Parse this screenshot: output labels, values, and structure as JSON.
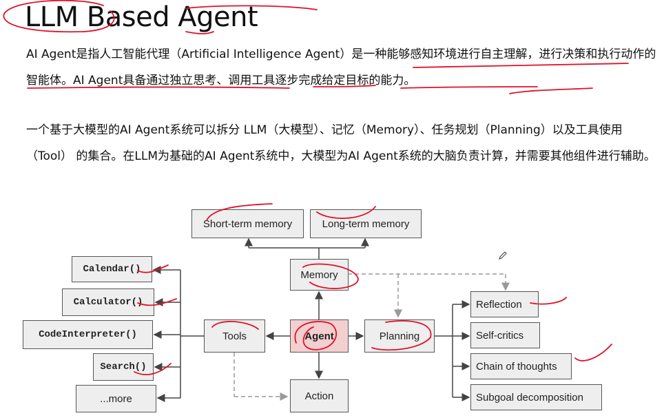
{
  "title": "LLM Based Agent",
  "paragraph1": "AI Agent是指人工智能代理（Artificial Intelligence Agent）是一种能够感知环境进行自主理解，进行决策和执行动作的智能体。AI Agent具备通过独立思考、调用工具逐步完成给定目标的能力。",
  "paragraph2": "一个基于大模型的AI Agent系统可以拆分 LLM（大模型）、记忆（Memory）、任务规划（Planning）以及工具使用（Tool） 的集合。在LLM为基础的AI Agent系统中，大模型为AI Agent系统的大脑负责计算，并需要其他组件进行辅助。",
  "diagram": {
    "agent": "Agent",
    "memory": "Memory",
    "short_term_memory": "Short-term memory",
    "long_term_memory": "Long-term memory",
    "planning": "Planning",
    "tools": "Tools",
    "action": "Action",
    "tool_items": [
      "Calendar()",
      "Calculator()",
      "CodeInterpreter()",
      "Search()",
      "...more"
    ],
    "planning_items": [
      "Reflection",
      "Self-critics",
      "Chain of thoughts",
      "Subgoal decomposition"
    ]
  },
  "colors": {
    "agent_fill": "#f3cfcf",
    "box_fill": "#eeeeee",
    "annotation_ink": "#e0102a"
  },
  "icons": [
    "pencil-icon"
  ]
}
